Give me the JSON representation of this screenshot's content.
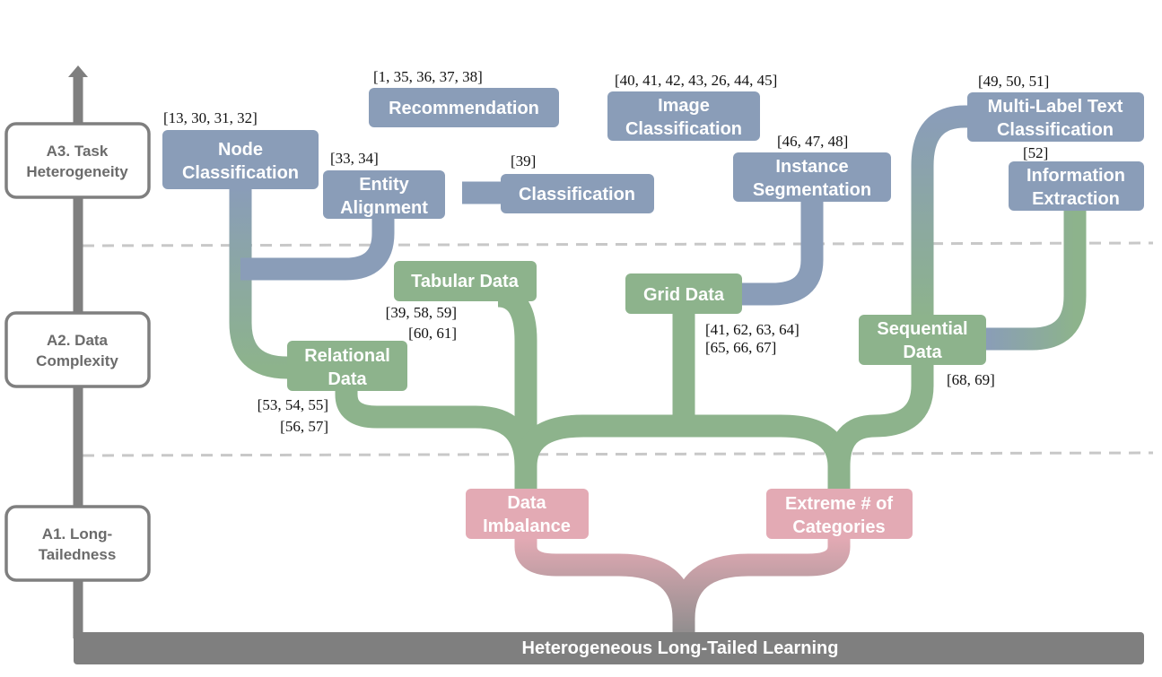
{
  "root": {
    "label": "Heterogeneous Long-Tailed Learning"
  },
  "axis": {
    "levels": [
      {
        "line1": "A3. Task",
        "line2": "Heterogeneity"
      },
      {
        "line1": "A2. Data",
        "line2": "Complexity"
      },
      {
        "line1": "A1. Long-",
        "line2": "Tailedness"
      }
    ]
  },
  "imbalance": {
    "data_imbalance": {
      "line1": "Data",
      "line2": "Imbalance"
    },
    "extreme_categories": {
      "line1": "Extreme # of",
      "line2": "Categories"
    }
  },
  "data_types": {
    "relational": {
      "line1": "Relational",
      "line2": "Data",
      "refs1": "[53, 54, 55]",
      "refs2": "[56, 57]"
    },
    "tabular": {
      "line1": "Tabular Data",
      "refs1": "[39, 58, 59]",
      "refs2": "[60, 61]"
    },
    "grid": {
      "line1": "Grid Data",
      "refs1": "[41, 62, 63, 64]",
      "refs2": "[65, 66, 67]"
    },
    "sequential": {
      "line1": "Sequential",
      "line2": "Data",
      "refs1": "[68, 69]"
    }
  },
  "tasks": {
    "node_classification": {
      "line1": "Node",
      "line2": "Classification",
      "refs": "[13, 30, 31, 32]"
    },
    "entity_alignment": {
      "line1": "Entity",
      "line2": "Alignment",
      "refs": "[33, 34]"
    },
    "recommendation": {
      "line1": "Recommendation",
      "refs": "[1, 35, 36, 37, 38]"
    },
    "classification": {
      "line1": "Classification",
      "refs": "[39]"
    },
    "image_classification": {
      "line1": "Image",
      "line2": "Classification",
      "refs": "[40, 41, 42, 43, 26, 44, 45]"
    },
    "instance_segmentation": {
      "line1": "Instance",
      "line2": "Segmentation",
      "refs": "[46, 47, 48]"
    },
    "multilabel_text": {
      "line1": "Multi-Label Text",
      "line2": "Classification",
      "refs": "[49, 50, 51]"
    },
    "information_extraction": {
      "line1": "Information",
      "line2": "Extraction",
      "refs": "[52]"
    }
  },
  "colors": {
    "task": "#8a9db8",
    "data": "#8db38c",
    "imbalance": "#e3aab4",
    "root": "#7f7f7f",
    "axis": "#7f7f7f",
    "dash": "#c8c8c8"
  }
}
